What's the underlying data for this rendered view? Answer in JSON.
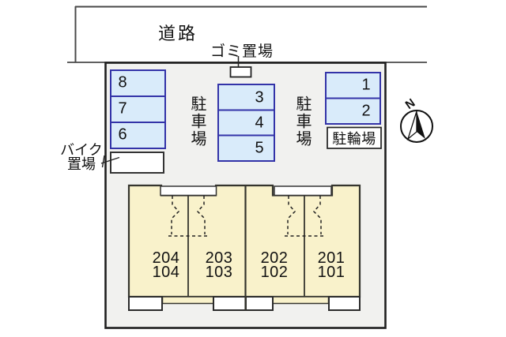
{
  "road": {
    "label": "道路"
  },
  "garbage": {
    "label": "ゴミ置場"
  },
  "bike_storage": {
    "line1": "バイク",
    "line2": "置場"
  },
  "parking": {
    "label_left": "駐車場",
    "label_right": "駐車場",
    "left_block": {
      "spaces": [
        "8",
        "7",
        "6"
      ]
    },
    "middle_block": {
      "spaces": [
        "3",
        "4",
        "5"
      ]
    },
    "right_block": {
      "spaces": [
        "1",
        "2"
      ]
    }
  },
  "bicycle_parking": {
    "label": "駐輪場"
  },
  "compass": {
    "label": "N"
  },
  "building": {
    "units": [
      {
        "upper": "204",
        "lower": "104"
      },
      {
        "upper": "203",
        "lower": "103"
      },
      {
        "upper": "202",
        "lower": "102"
      },
      {
        "upper": "201",
        "lower": "101"
      }
    ]
  },
  "colors": {
    "site_fill": "#f1f1ef",
    "building_fill": "#f9f2cb",
    "parking_fill": "#d9ebfa",
    "parking_border": "#3333a8",
    "line": "#2b2b2b"
  }
}
